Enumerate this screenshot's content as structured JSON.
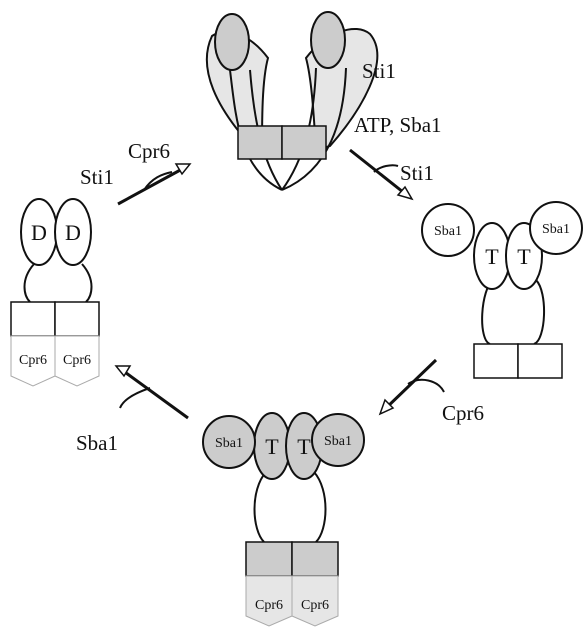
{
  "labels": {
    "sti1_top": "Sti1",
    "atp_sba1": "ATP, Sba1",
    "sti1_release_right": "Sti1",
    "cpr6_top_left": "Cpr6",
    "sti1_top_left": "Sti1",
    "cpr6_right": "Cpr6",
    "sba1_left": "Sba1",
    "d1": "D",
    "d2": "D",
    "t_right_1": "T",
    "t_right_2": "T",
    "sba1_right_left": "Sba1",
    "sba1_right_right": "Sba1",
    "t_bottom_1": "T",
    "t_bottom_2": "T",
    "sba1_bottom_left": "Sba1",
    "sba1_bottom_right": "Sba1",
    "cpr6_left_1": "Cpr6",
    "cpr6_left_2": "Cpr6",
    "cpr6_bottom_1": "Cpr6",
    "cpr6_bottom_2": "Cpr6"
  },
  "colors": {
    "gray_fill": "#cccccc",
    "light_fill": "#e6e6e6",
    "stroke": "#111111",
    "white": "#ffffff"
  }
}
